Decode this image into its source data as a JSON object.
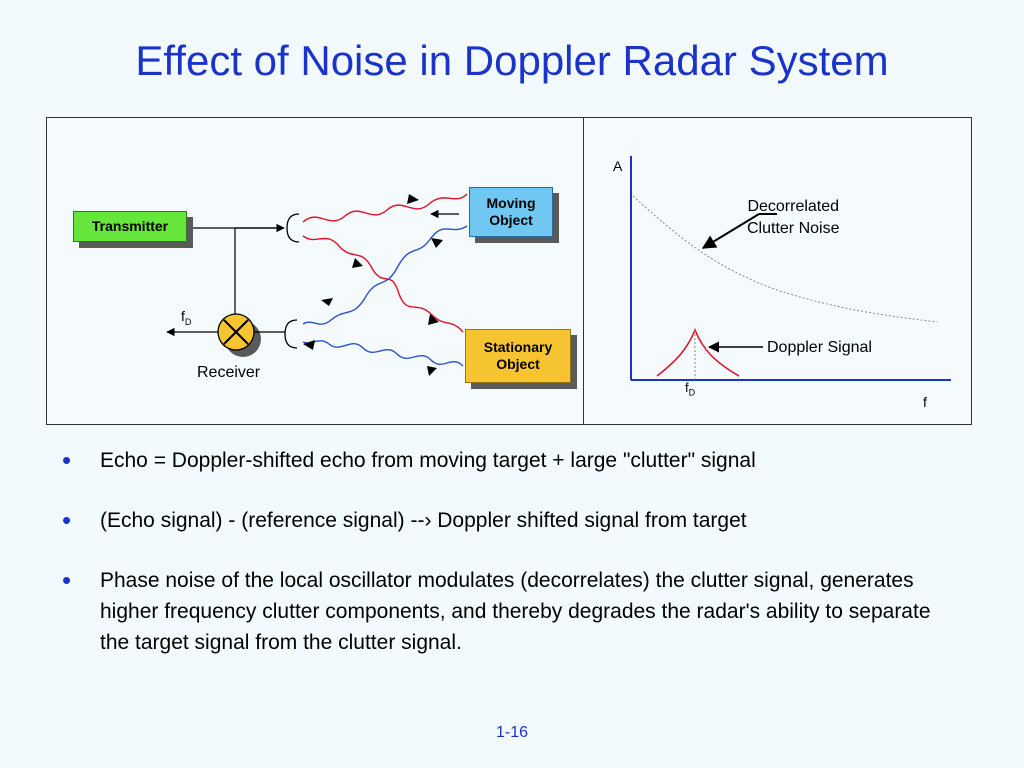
{
  "slide": {
    "title": "Effect of Noise in Doppler Radar System",
    "page_number": "1-16"
  },
  "diagram": {
    "transmitter_label": "Transmitter",
    "moving_object_label_line1": "Moving",
    "moving_object_label_line2": "Object",
    "stationary_object_label_line1": "Stationary",
    "stationary_object_label_line2": "Object",
    "receiver_label": "Receiver",
    "fd_output_label": "f",
    "fd_output_subscript": "D"
  },
  "spectrum": {
    "y_axis_label": "A",
    "x_axis_label": "f",
    "fd_tick_label": "f",
    "fd_tick_subscript": "D",
    "clutter_label_line1": "Decorrelated",
    "clutter_label_line2": "Clutter Noise",
    "doppler_label": "Doppler Signal"
  },
  "colors": {
    "title": "#1a33c8",
    "tx_wave": "#e0102a",
    "echo_wave": "#2a50c8",
    "transmitter": "#66e53a",
    "moving_object": "#70c8f2",
    "stationary_object": "#f6c431",
    "axes": "#1a33c8"
  },
  "bullets": [
    "Echo = Doppler-shifted echo from moving target + large \"clutter\" signal",
    "(Echo signal) - (reference signal) --› Doppler shifted signal from target",
    "Phase noise of the local oscillator modulates (decorrelates) the clutter signal, generates higher frequency clutter components, and thereby degrades the radar's ability to separate the target signal from the clutter signal."
  ],
  "bullet_symbol": "•"
}
